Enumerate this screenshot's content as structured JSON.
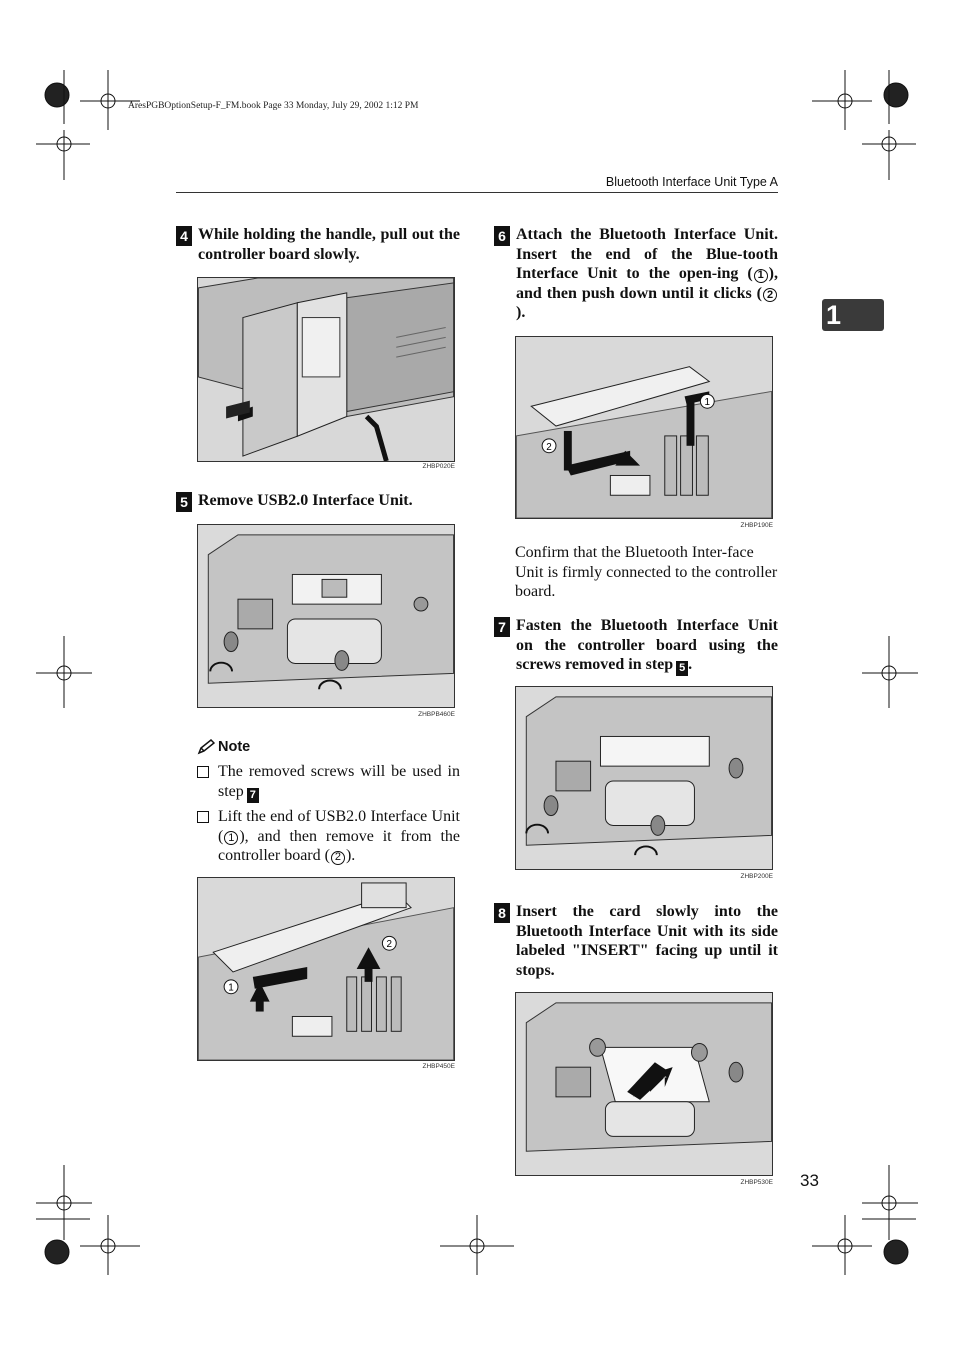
{
  "file_header": "AresPGBOptionSetup-F_FM.book  Page 33  Monday, July 29, 2002  1:12 PM",
  "running_head": "Bluetooth Interface Unit Type A",
  "chapter_tab": "1",
  "page_number": "33",
  "steps": {
    "s4": {
      "badge": "4",
      "text": "While holding the handle, pull out the controller board slowly.",
      "figure_code": "ZHBP020E"
    },
    "s5": {
      "badge": "5",
      "text": "Remove USB2.0 Interface Unit.",
      "figure_code": "ZHBPB460E"
    },
    "s6": {
      "badge": "6",
      "text_a": "Attach the Bluetooth Interface Unit. Insert the end of the Blue-tooth Interface Unit to the open-ing (",
      "mark1": "1",
      "text_b": "), and then push down until it clicks (",
      "mark2": "2",
      "text_c": ").",
      "figure_code": "ZHBP190E",
      "confirm": "Confirm that the Bluetooth Inter-face Unit is firmly connected to the controller board."
    },
    "s7": {
      "badge": "7",
      "text": "Fasten the Bluetooth Interface Unit on the controller board using the screws removed in step",
      "ref": "5",
      "end": ".",
      "figure_code": "ZHBP200E"
    },
    "s8": {
      "badge": "8",
      "text": "Insert the card slowly into the Bluetooth Interface Unit with its side labeled \"INSERT\" facing up until it stops.",
      "figure_code": "ZHBP530E"
    }
  },
  "note": {
    "title": "Note",
    "item1_text": "The removed screws will be used in step",
    "item1_ref": "7",
    "item2_a": "Lift the end of USB2.0 Interface Unit (",
    "item2_mark1": "1",
    "item2_b": "), and then remove it from the controller board (",
    "item2_mark2": "2",
    "item2_c": ").",
    "figure_code": "ZHBP450E"
  },
  "figure_labels": {
    "one": "1",
    "two": "2"
  }
}
